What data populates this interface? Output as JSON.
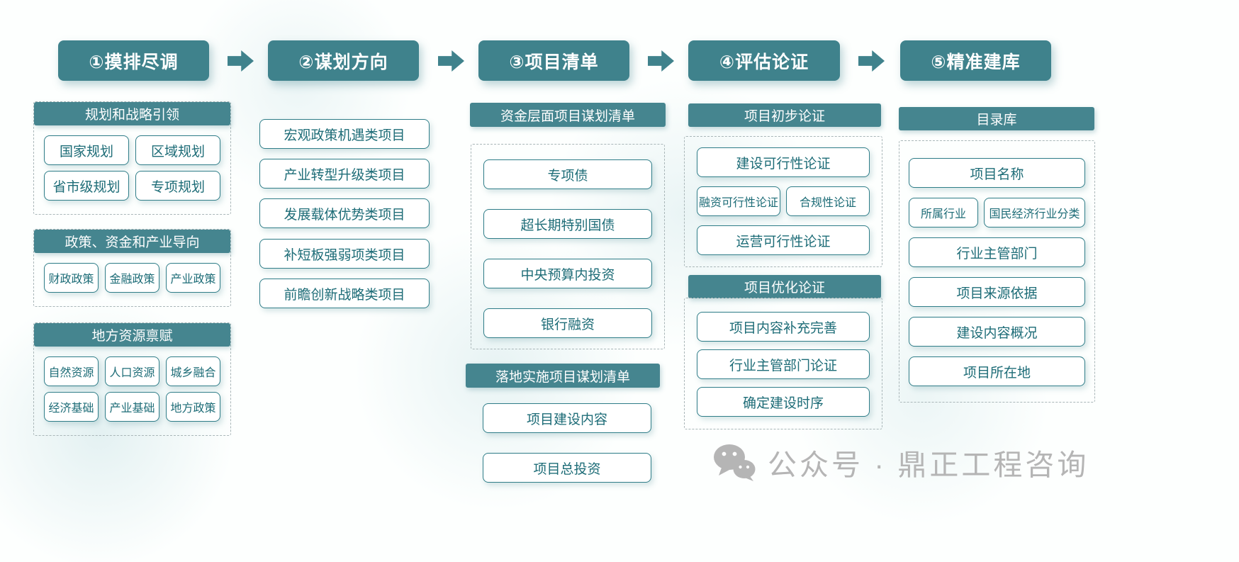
{
  "colors": {
    "accent_teal": "#45858F",
    "step_teal": "#3F828C",
    "box_border": "#2F7D88",
    "box_text": "#1D6C77",
    "dashed_border": "#A9B6B8",
    "watermark_gray": "#B5B5B5"
  },
  "steps": [
    "①摸排尽调",
    "②谋划方向",
    "③项目清单",
    "④评估论证",
    "⑤精准建库"
  ],
  "col1": {
    "groups": [
      {
        "header": "规划和战略引领",
        "items": [
          "国家规划",
          "区域规划",
          "省市级规划",
          "专项规划"
        ]
      },
      {
        "header": "政策、资金和产业导向",
        "items": [
          "财政政策",
          "金融政策",
          "产业政策"
        ]
      },
      {
        "header": "地方资源禀赋",
        "items": [
          "自然资源",
          "人口资源",
          "城乡融合",
          "经济基础",
          "产业基础",
          "地方政策"
        ]
      }
    ]
  },
  "col2": {
    "items": [
      "宏观政策机遇类项目",
      "产业转型升级类项目",
      "发展载体优势类项目",
      "补短板强弱项类项目",
      "前瞻创新战略类项目"
    ]
  },
  "col3": {
    "sections": [
      {
        "header": "资金层面项目谋划清单",
        "items": [
          "专项债",
          "超长期特别国债",
          "中央预算内投资",
          "银行融资"
        ]
      },
      {
        "header": "落地实施项目谋划清单",
        "items": [
          "项目建设内容",
          "项目总投资"
        ]
      }
    ]
  },
  "col4": {
    "sections": [
      {
        "header": "项目初步论证",
        "items": [
          "建设可行性论证",
          "融资可行性论证",
          "合规性论证",
          "运营可行性论证"
        ]
      },
      {
        "header": "项目优化论证",
        "items": [
          "项目内容补充完善",
          "行业主管部门论证",
          "确定建设时序"
        ]
      }
    ]
  },
  "col5": {
    "header": "目录库",
    "items": [
      "项目名称",
      "所属行业",
      "国民经济行业分类",
      "行业主管部门",
      "项目来源依据",
      "建设内容概况",
      "项目所在地"
    ]
  },
  "watermark": {
    "text": "公众号 · 鼎正工程咨询"
  }
}
